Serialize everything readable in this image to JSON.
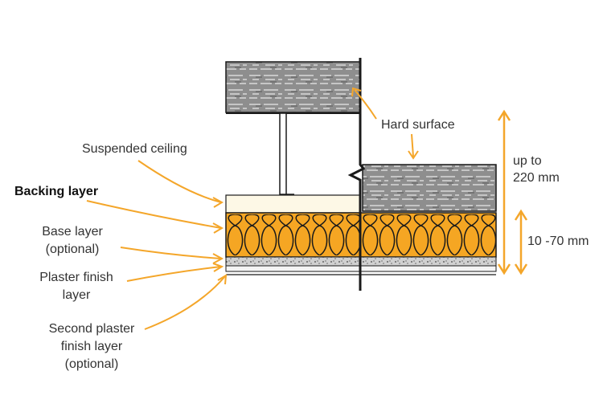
{
  "labels": {
    "hard_surface": "Hard surface",
    "suspended_ceiling": "Suspended ceiling",
    "backing_layer": "Backing layer",
    "base_layer_1": "Base layer",
    "base_layer_2": "(optional)",
    "plaster_finish_1": "Plaster finish",
    "plaster_finish_2": "layer",
    "second_plaster_1": "Second plaster",
    "second_plaster_2": "finish layer",
    "second_plaster_3": "(optional)",
    "dim_total_1": "up to",
    "dim_total_2": "220 mm",
    "dim_insulation": "10 -70 mm"
  },
  "colors": {
    "accent_arrow": "#f4a62a",
    "slab_gray": "#8a8a8a",
    "insulation_orange": "#f5a623",
    "backing_cream": "#fdf8e6",
    "outline": "#1a1a1a"
  }
}
